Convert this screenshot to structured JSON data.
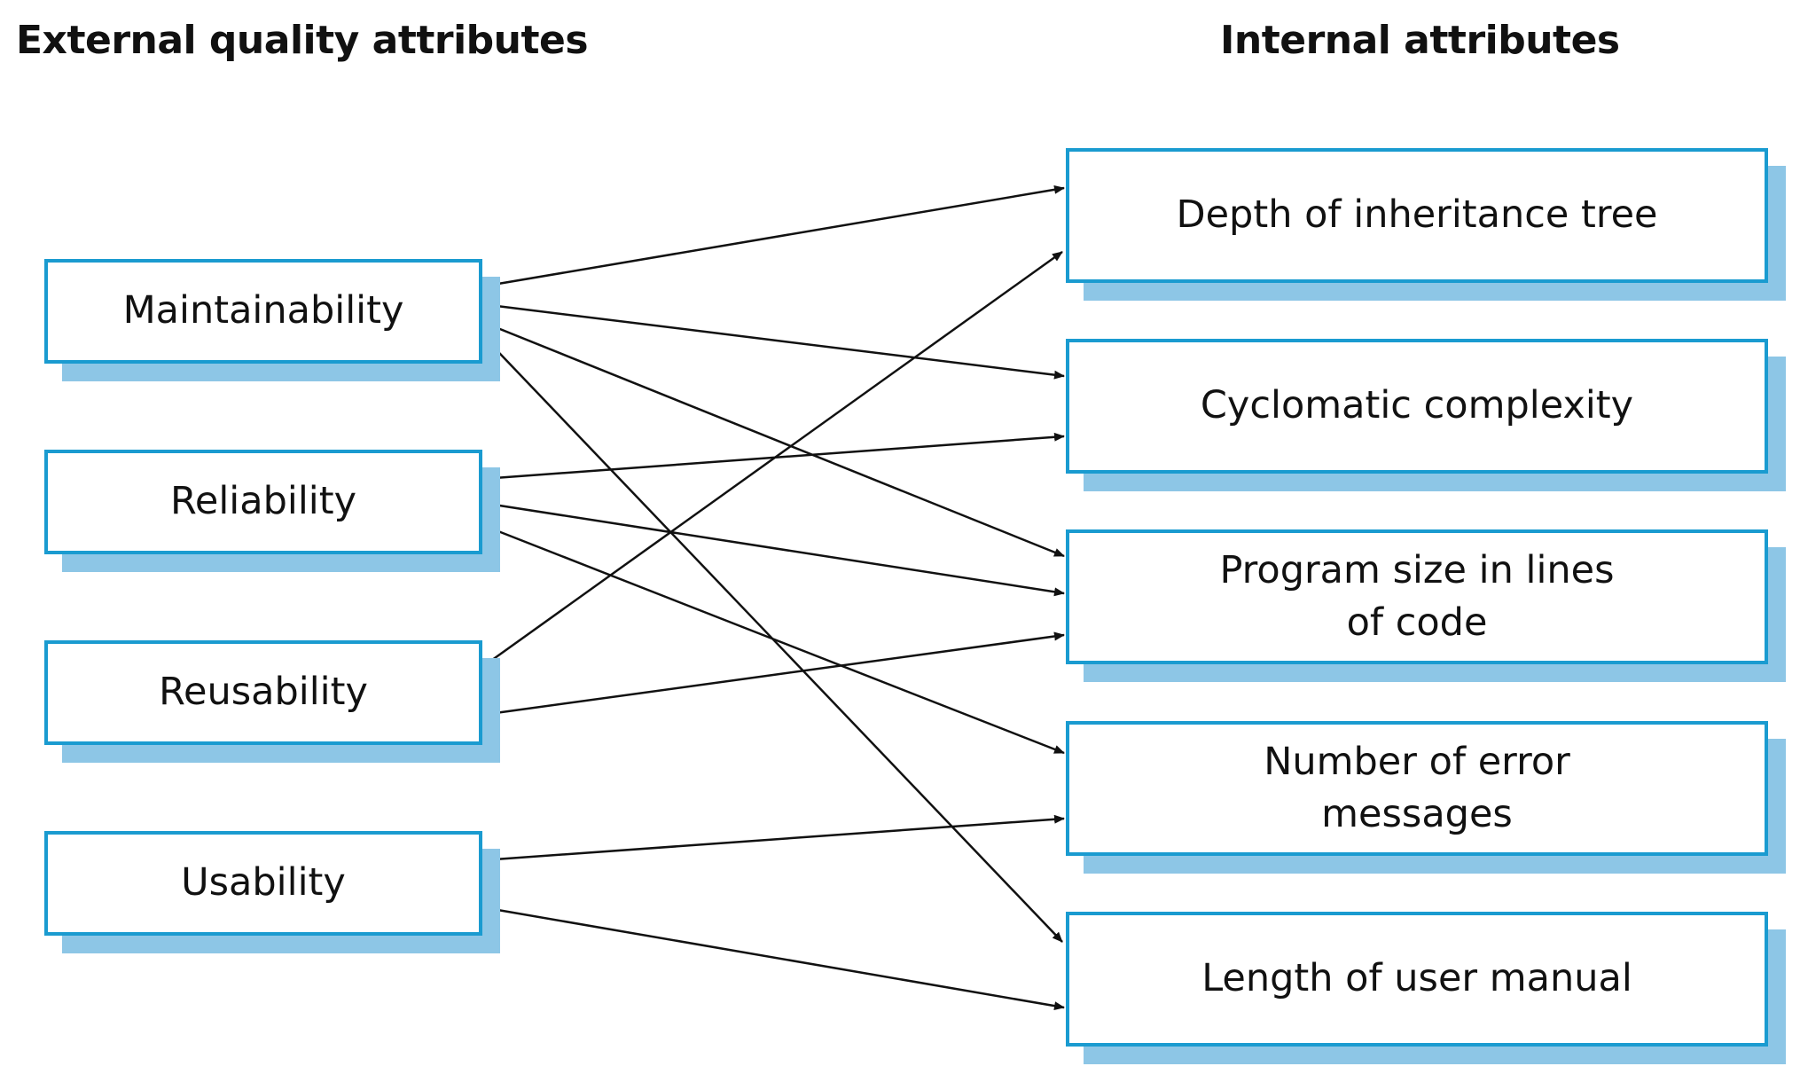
{
  "headings": {
    "external": "External quality attributes",
    "internal": "Internal attributes"
  },
  "external_attributes": [
    {
      "label": "Maintainability"
    },
    {
      "label": "Reliability"
    },
    {
      "label": "Reusability"
    },
    {
      "label": "Usability"
    }
  ],
  "internal_attributes": [
    {
      "label": "Depth of inheritance tree"
    },
    {
      "label": "Cyclomatic complexity"
    },
    {
      "label": "Program size in lines\nof code"
    },
    {
      "label": "Number of error\nmessages"
    },
    {
      "label": "Length of user manual"
    }
  ],
  "connections": [
    {
      "from": "Maintainability",
      "to": "Depth of inheritance tree"
    },
    {
      "from": "Maintainability",
      "to": "Cyclomatic complexity"
    },
    {
      "from": "Maintainability",
      "to": "Program size in lines of code"
    },
    {
      "from": "Maintainability",
      "to": "Length of user manual"
    },
    {
      "from": "Reliability",
      "to": "Cyclomatic complexity"
    },
    {
      "from": "Reliability",
      "to": "Program size in lines of code"
    },
    {
      "from": "Reliability",
      "to": "Number of error messages"
    },
    {
      "from": "Reusability",
      "to": "Depth of inheritance tree"
    },
    {
      "from": "Reusability",
      "to": "Program size in lines of code"
    },
    {
      "from": "Usability",
      "to": "Number of error messages"
    },
    {
      "from": "Usability",
      "to": "Length of user manual"
    }
  ],
  "colors": {
    "box_border": "#1a9bd0",
    "box_shadow": "#8dc6e6",
    "arrow": "#111111",
    "text": "#111111"
  }
}
